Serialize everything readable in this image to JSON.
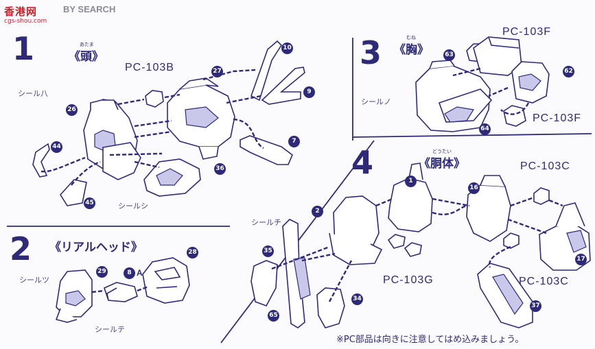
{
  "watermark": {
    "logo_cn": "香港网",
    "logo_en": "BY SEARCH",
    "url": "cgs-shou.com"
  },
  "steps": [
    {
      "number": "1",
      "title": "《頭》",
      "ruby": "あたま"
    },
    {
      "number": "2",
      "title": "《リアルヘッド》",
      "ruby": ""
    },
    {
      "number": "3",
      "title": "《胸》",
      "ruby": "むね"
    },
    {
      "number": "4",
      "title": "《胴体》",
      "ruby": "どうたい"
    }
  ],
  "pc_labels": {
    "s1": "PC-103B",
    "s3a": "PC-103F",
    "s3b": "PC-103F",
    "s4a": "PC-103C",
    "s4b": "PC-103G",
    "s4c": "PC-103C"
  },
  "seals": {
    "s1_hachi": "シール八",
    "s1_shi": "シールシ",
    "s2_tsu": "シールツ",
    "s2_te": "シールテ",
    "s3_no": "シールノ",
    "s4_chi": "シールチ"
  },
  "part_numbers": [
    "10",
    "9",
    "27",
    "26",
    "7",
    "44",
    "36",
    "45",
    "29",
    "28",
    "8",
    "63",
    "62",
    "64",
    "1",
    "2",
    "16",
    "17",
    "35",
    "34",
    "65",
    "37"
  ],
  "sub_letter": "A",
  "note": "※PC部品は向きに注意してはめ込みましょう。",
  "colors": {
    "ink": "#2e2a78",
    "shade": "#c9c7ea",
    "watermark": "#c8232c"
  }
}
